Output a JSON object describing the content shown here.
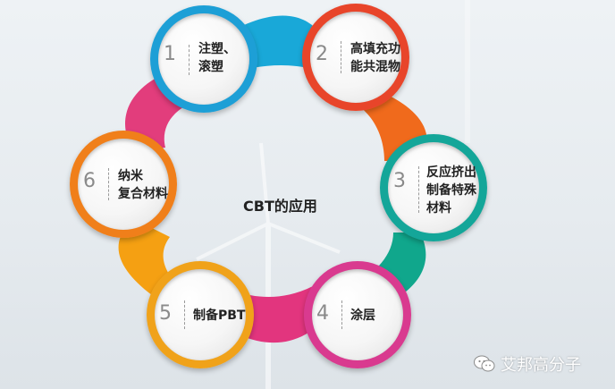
{
  "center_title": "CBT的应用",
  "nodes": [
    {
      "num": "1",
      "lines": [
        "注塑、",
        "滚塑"
      ],
      "color": "#1d9fd6"
    },
    {
      "num": "2",
      "lines": [
        "高填充功",
        "能共混物"
      ],
      "color": "#e8452a"
    },
    {
      "num": "3",
      "lines": [
        "反应挤出",
        "制备特殊",
        "材料"
      ],
      "color": "#14a699"
    },
    {
      "num": "4",
      "lines": [
        "涂层"
      ],
      "color": "#d93a8f"
    },
    {
      "num": "5",
      "lines": [
        "制备PBT"
      ],
      "color": "#f0a21a"
    },
    {
      "num": "6",
      "lines": [
        "纳米",
        "复合材料"
      ],
      "color": "#f07f1a"
    }
  ],
  "connectors": {
    "c12": "#19a8d8",
    "c23": "#f06a1c",
    "c34": "#10a78c",
    "c45": "#e2357e",
    "c56": "#f5a012",
    "c61": "#e23d7c"
  },
  "watermark": {
    "text": "艾邦高分子",
    "icon": "wechat-icon"
  }
}
